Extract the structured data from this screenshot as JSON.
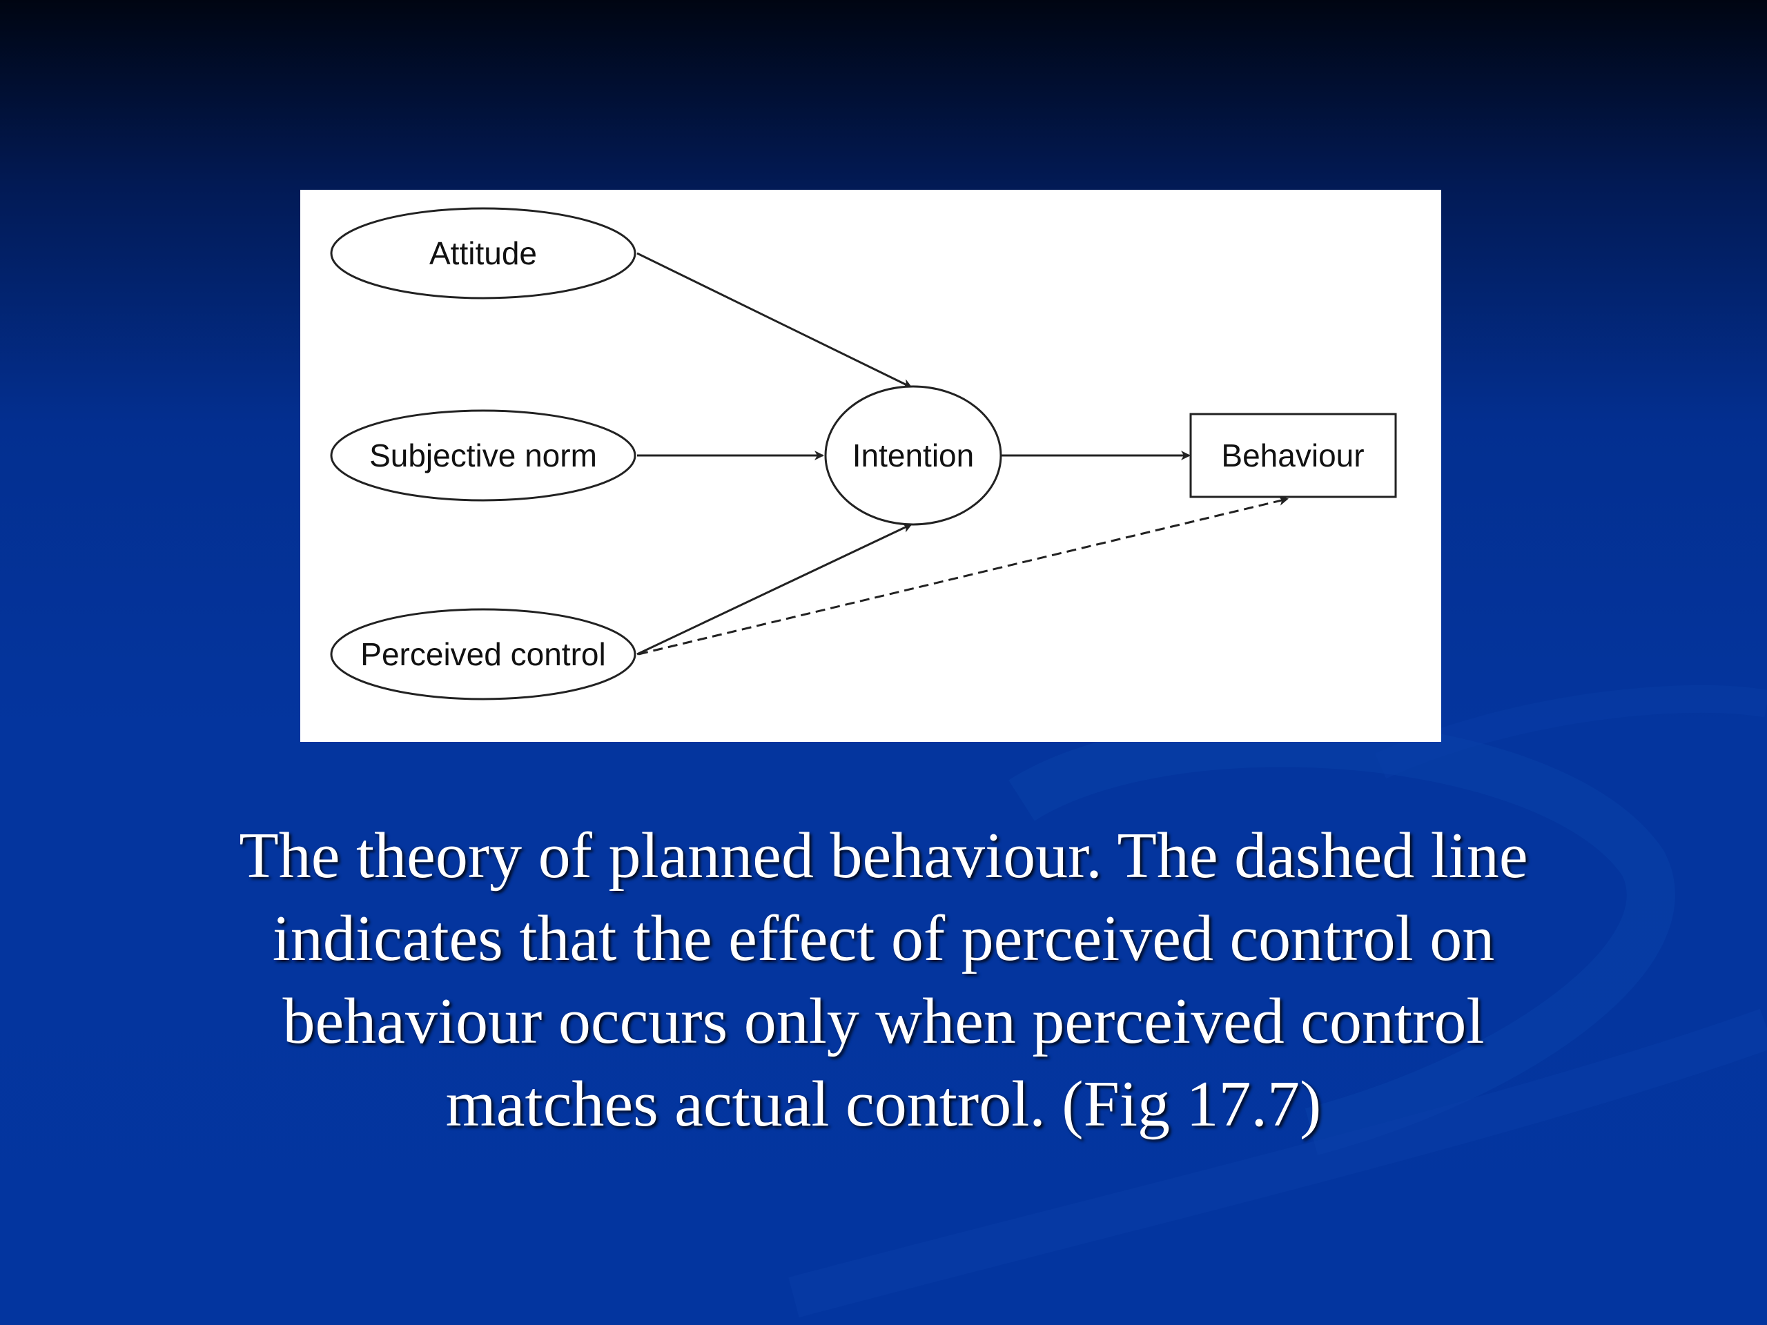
{
  "slide": {
    "background_colors": [
      "#000512",
      "#032f90",
      "#04359e"
    ],
    "caption_lines": [
      "The theory of planned behaviour. The dashed line",
      "indicates that the effect of perceived control on",
      "behaviour occurs only when perceived control",
      "matches actual control. (Fig 17.7)"
    ]
  },
  "diagram": {
    "nodes": {
      "attitude": "Attitude",
      "subjective_norm": "Subjective norm",
      "perceived_control": "Perceived control",
      "intention": "Intention",
      "behaviour": "Behaviour"
    },
    "edges": [
      {
        "from": "Attitude",
        "to": "Intention",
        "style": "solid"
      },
      {
        "from": "Subjective norm",
        "to": "Intention",
        "style": "solid"
      },
      {
        "from": "Perceived control",
        "to": "Intention",
        "style": "solid"
      },
      {
        "from": "Intention",
        "to": "Behaviour",
        "style": "solid"
      },
      {
        "from": "Perceived control",
        "to": "Behaviour",
        "style": "dashed"
      }
    ]
  }
}
